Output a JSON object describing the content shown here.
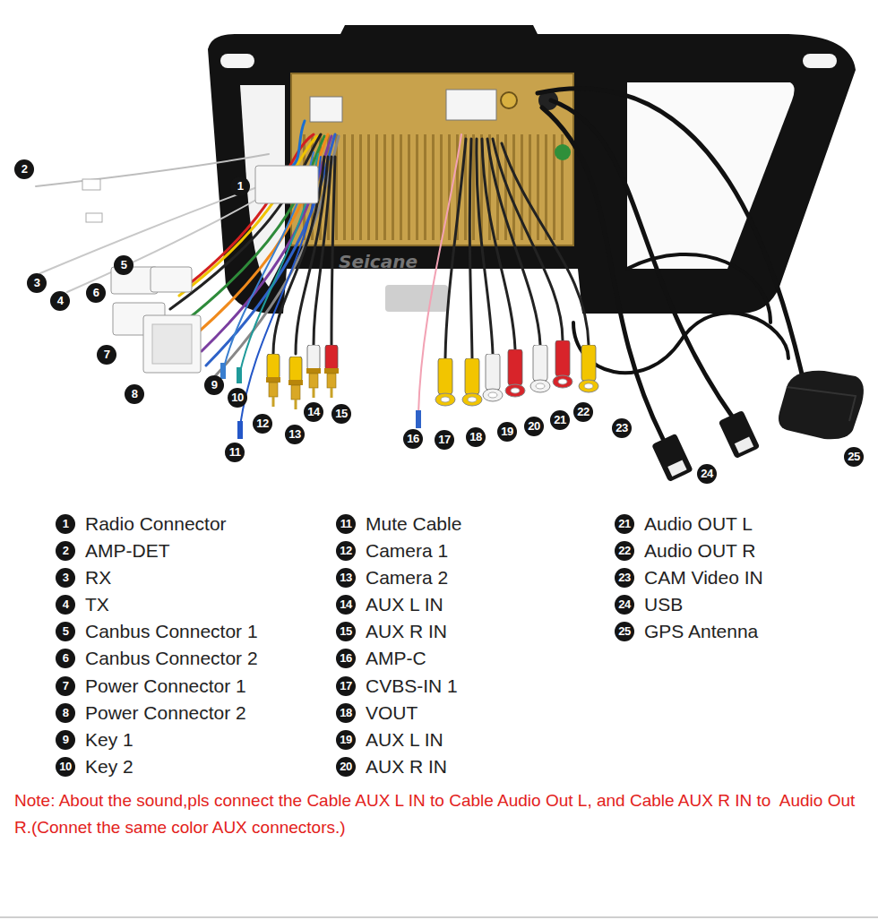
{
  "diagram": {
    "labels": [
      "1",
      "2",
      "3",
      "4",
      "5",
      "6",
      "7",
      "8",
      "9",
      "10",
      "11",
      "12",
      "13",
      "14",
      "15",
      "16",
      "17",
      "18",
      "19",
      "20",
      "21",
      "22",
      "23",
      "24",
      "25",
      "1",
      "Radio Connector",
      "2",
      "AMP-DET",
      "3",
      "RX",
      "4",
      "TX",
      "5",
      "Canbus Connector 1",
      "6",
      "Canbus Connector 2",
      "7",
      "Power Connector 1",
      "8",
      "Power Connector 2",
      "9",
      "Key 1",
      "10",
      "Key 2",
      "11",
      "Mute Cable",
      "12",
      "Camera 1",
      "13",
      "Camera 2",
      "14",
      "AUX L IN",
      "15",
      "AUX R IN",
      "16",
      "AMP-C",
      "17",
      "CVBS-IN 1",
      "18",
      "VOUT",
      "19",
      "AUX L IN",
      "20",
      "AUX R IN",
      "21",
      "Audio OUT L",
      "22",
      "Audio OUT R",
      "23",
      "CAM Video IN",
      "24",
      "USB",
      "25",
      "GPS Antenna",
      "Note: About the sound,pls connect the Cable AUX L IN to Cable Audio Out L, and Cable AUX R IN to  Audio Out R.(Connet the same color AUX connectors.)",
      "Seicane"
    ]
  }
}
